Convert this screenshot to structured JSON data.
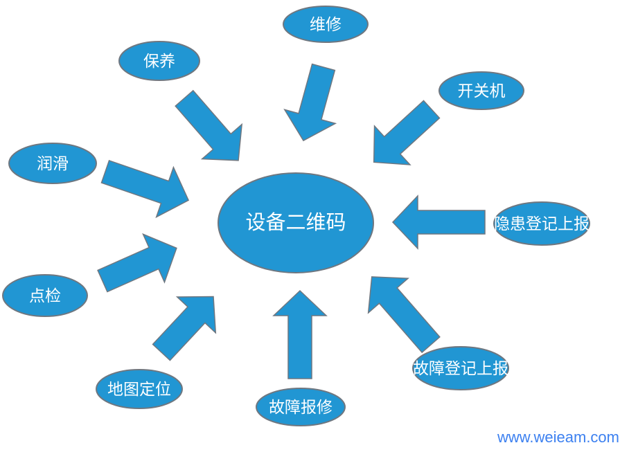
{
  "center": {
    "label": "设备二维码"
  },
  "nodes": {
    "weixiu": {
      "label": "维修"
    },
    "baoyang": {
      "label": "保养"
    },
    "runhua": {
      "label": "润滑"
    },
    "dianjian": {
      "label": "点检"
    },
    "dituding": {
      "label": "地图定位"
    },
    "guzhangbaoxiu": {
      "label": "故障报修"
    },
    "guzhangdengji": {
      "label": "故障登记上报"
    },
    "yinhuandengji": {
      "label": "隐患登记上报"
    },
    "kaiguanji": {
      "label": "开关机"
    }
  },
  "watermark": {
    "text": "www.weieam.com"
  },
  "colors": {
    "shape_fill": "#2196d3",
    "shape_stroke": "#6f7780",
    "label_text": "#ffffff",
    "watermark": "#3c80f0"
  }
}
